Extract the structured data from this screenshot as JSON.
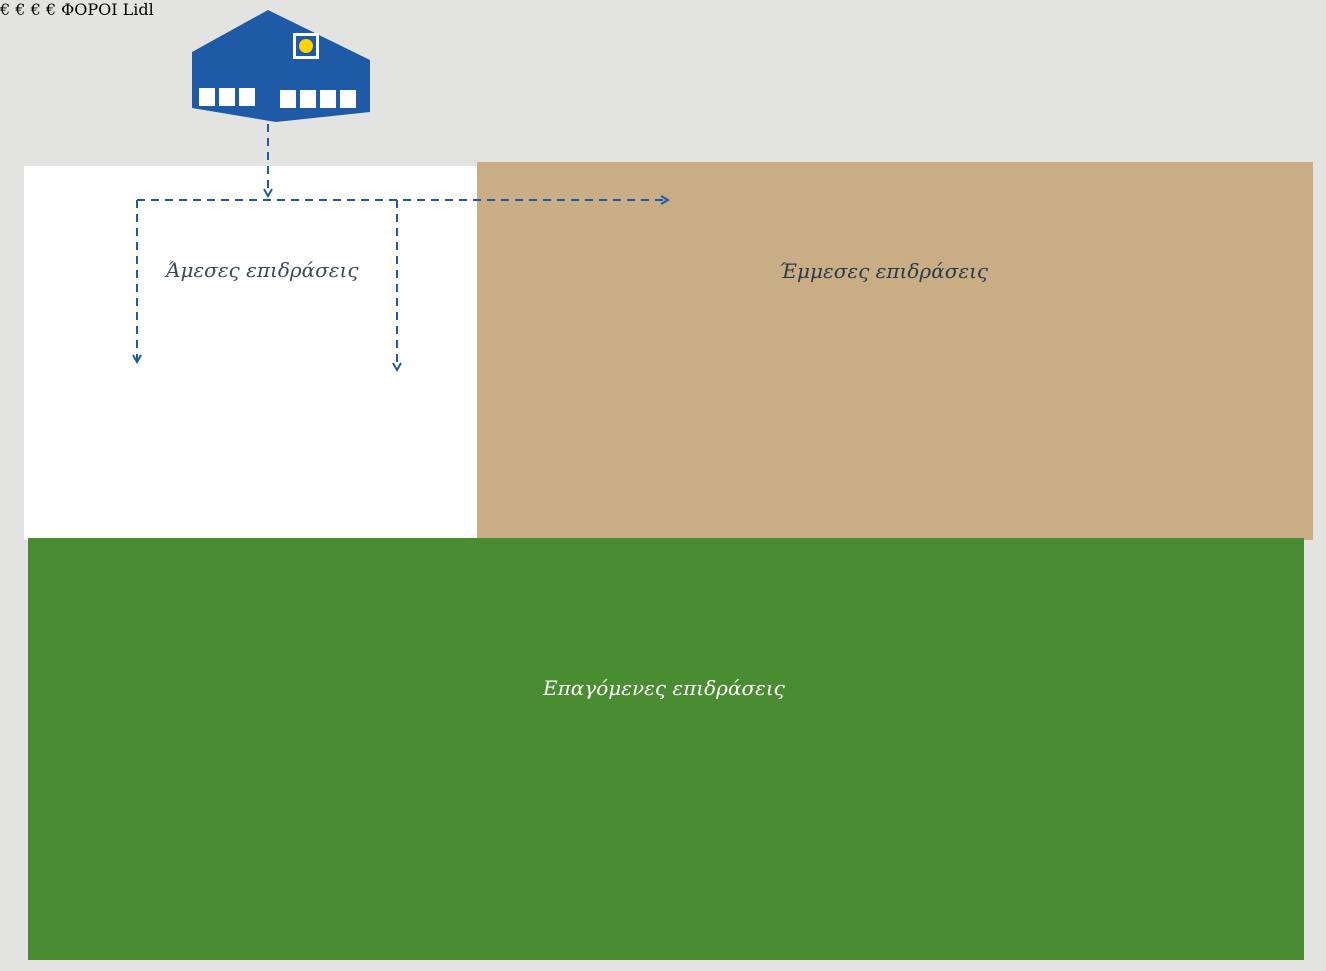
{
  "labels": {
    "direct": "Άμεσες επιδράσεις",
    "indirect": "Έμμεσες επιδράσεις",
    "induced": "Επαγόμενες επιδράσεις",
    "tax_tag": "ΦΟΡΟΙ",
    "euro": "€",
    "store_logo": "Lidl"
  },
  "colors": {
    "background": "#e3e4e2",
    "direct_panel": "#ffffff",
    "indirect_panel": "#c9ad85",
    "induced_panel": "#4a8c32",
    "direct_icons": "#1f5aa6",
    "indirect_icons": "#17405f",
    "induced_icons": "#ffffff"
  },
  "icons": {
    "store": "store-building-icon",
    "heart_family": "heart-family-icon",
    "government": "government-building-icon",
    "people": "people-group-icon",
    "truck": "truck-icon",
    "shopper": "shopper-with-basket-icon",
    "euro_coin": "euro-coin-icon"
  }
}
